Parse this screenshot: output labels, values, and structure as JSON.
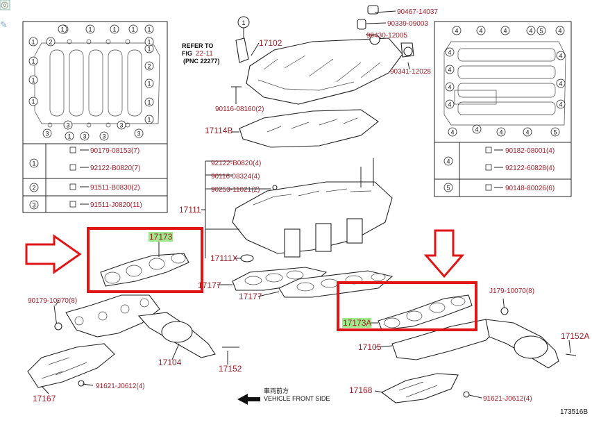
{
  "refer": {
    "line1": "REFER TO",
    "line2_prefix": "FIG ",
    "line2_link": "22-11",
    "line3": "(PNC 22277)",
    "circle": "1"
  },
  "parts": [
    {
      "id": "17102",
      "text": "17102",
      "kind": "large"
    },
    {
      "id": "90116-08160",
      "text": "90116-08160(2)",
      "kind": "small"
    },
    {
      "id": "17114B",
      "text": "17114B",
      "kind": "large"
    },
    {
      "id": "92122-B0820-4",
      "text": "92122-B0820(4)",
      "kind": "small"
    },
    {
      "id": "90116-08324",
      "text": "90116-08324(4)",
      "kind": "small"
    },
    {
      "id": "90253-11021",
      "text": "90253-11021(2)",
      "kind": "small"
    },
    {
      "id": "17111",
      "text": "17111",
      "kind": "large"
    },
    {
      "id": "17111X",
      "text": "17111X",
      "kind": "large"
    },
    {
      "id": "17177-a",
      "text": "17177",
      "kind": "large"
    },
    {
      "id": "17177-b",
      "text": "17177",
      "kind": "large"
    },
    {
      "id": "17173",
      "text": "17173",
      "kind": "highlight"
    },
    {
      "id": "17173A",
      "text": "17173A",
      "kind": "highlight"
    },
    {
      "id": "90179-10070-l",
      "text": "90179-10070(8)",
      "kind": "small"
    },
    {
      "id": "90179-10070-r",
      "text": "J179-10070(8)",
      "kind": "small"
    },
    {
      "id": "17104",
      "text": "17104",
      "kind": "large"
    },
    {
      "id": "17152",
      "text": "17152",
      "kind": "large"
    },
    {
      "id": "17152A",
      "text": "17152A",
      "kind": "large"
    },
    {
      "id": "17105",
      "text": "17105",
      "kind": "large"
    },
    {
      "id": "17167",
      "text": "17167",
      "kind": "large"
    },
    {
      "id": "17168",
      "text": "17168",
      "kind": "large"
    },
    {
      "id": "91621-J0612-l",
      "text": "91621-J0612(4)",
      "kind": "small"
    },
    {
      "id": "91621-J0612-r",
      "text": "91621-J0612(4)",
      "kind": "small"
    },
    {
      "id": "90467-14037",
      "text": "90467-14037",
      "kind": "small"
    },
    {
      "id": "90339-09003",
      "text": "90339-09003",
      "kind": "small"
    },
    {
      "id": "90430-12005",
      "text": "90430-12005",
      "kind": "small"
    },
    {
      "id": "90341-12028",
      "text": "90341-12028",
      "kind": "small"
    }
  ],
  "left_table": [
    {
      "key": "1",
      "rows": [
        "90179-08153(7)",
        "92122-B0820(7)"
      ]
    },
    {
      "key": "2",
      "rows": [
        "91511-B0830(2)"
      ]
    },
    {
      "key": "3",
      "rows": [
        "91511-J0820(11)"
      ]
    }
  ],
  "right_table": [
    {
      "key": "4",
      "rows": [
        "90182-08001(4)",
        "92122-60828(4)"
      ]
    },
    {
      "key": "5",
      "rows": [
        "90148-80026(6)"
      ]
    }
  ],
  "left_callouts": [
    "1",
    "1",
    "1",
    "1",
    "1",
    "1",
    "1",
    "1",
    "1",
    "2",
    "2",
    "1",
    "1",
    "1",
    "3",
    "3",
    "3",
    "3",
    "3",
    "3",
    "1",
    "1",
    "1",
    "1"
  ],
  "right_callouts": [
    "4",
    "4",
    "4",
    "4",
    "4",
    "4",
    "4",
    "4",
    "4",
    "4",
    "4",
    "4",
    "4",
    "4",
    "4",
    "4",
    "5",
    "5"
  ],
  "direction": {
    "jp": "車両前方",
    "en": "VEHICLE FRONT SIDE"
  },
  "figure_id": "173516B",
  "colors": {
    "part_number": "#a0202a",
    "highlight": "#9de88a",
    "red_box": "#e01515"
  }
}
